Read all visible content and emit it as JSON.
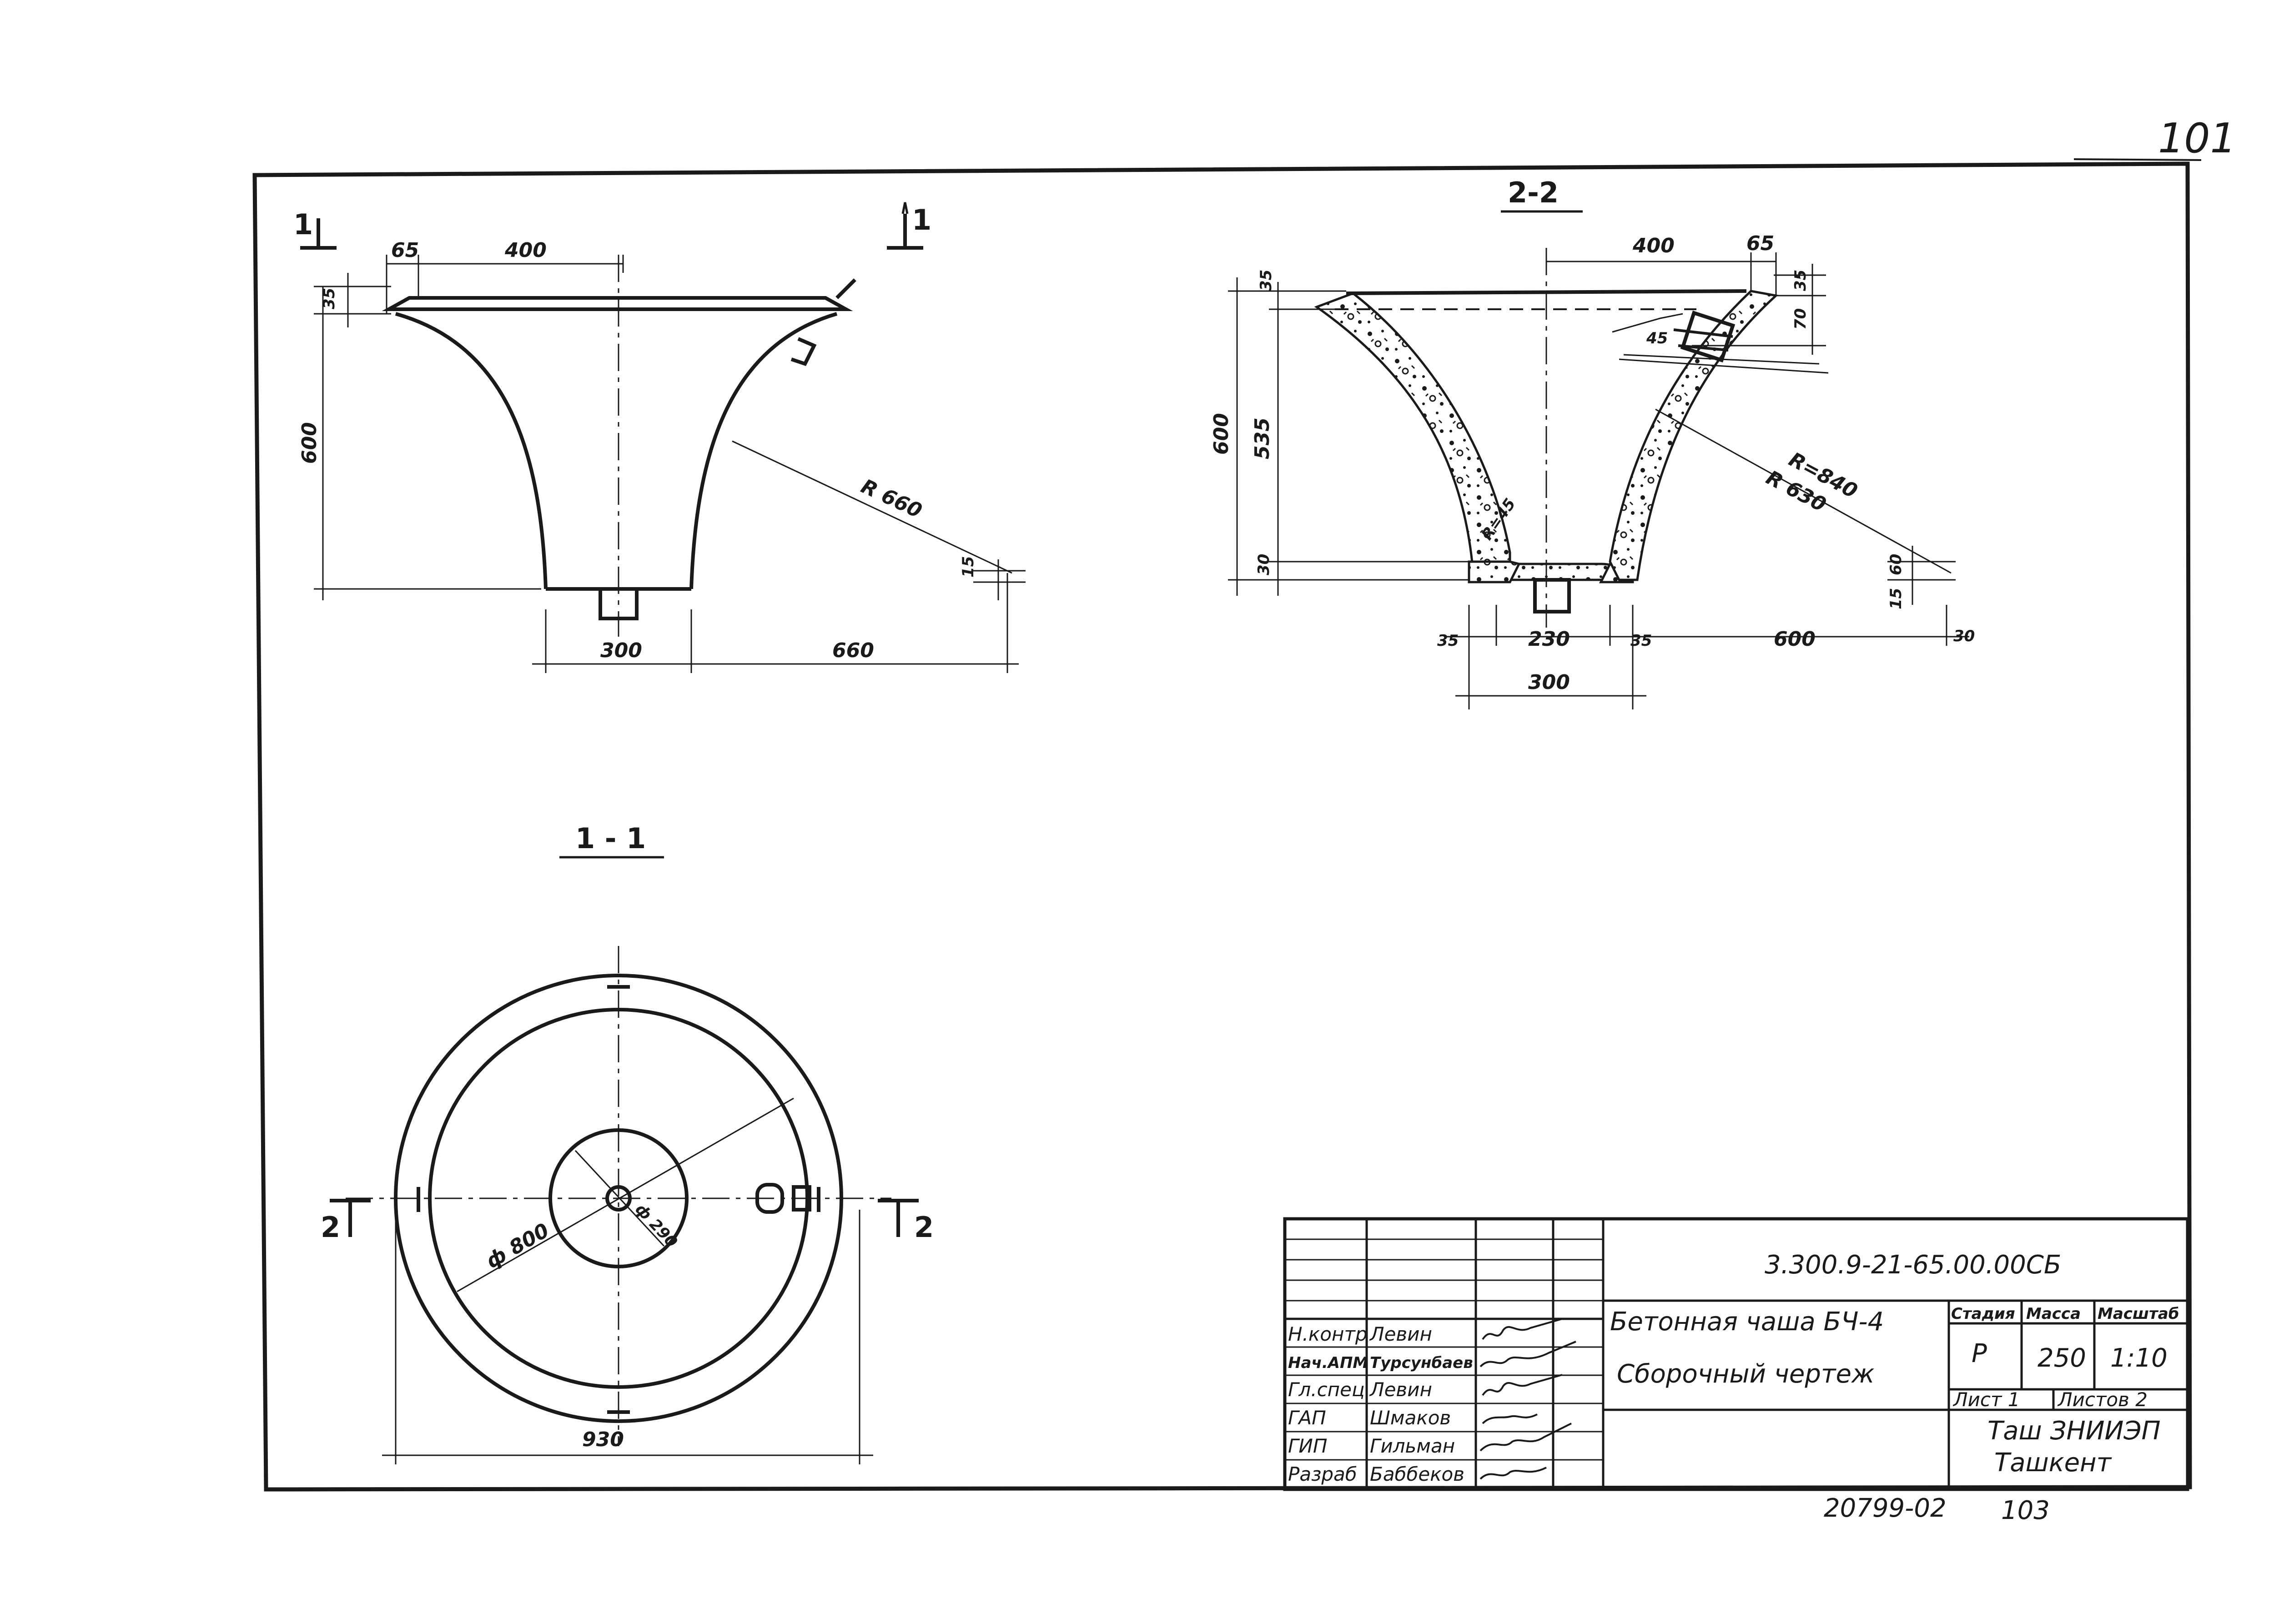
{
  "sheet": {
    "page_number": "101",
    "stamp_bottom": "20799-02",
    "stamp_page": "103"
  },
  "views": {
    "elevation": {
      "cut_label_left": "1",
      "cut_label_right": "1",
      "dims": {
        "top_lip": "65",
        "top_radius": "400",
        "rim_height": "35",
        "height": "600",
        "base_width": "300",
        "right_ext": "660",
        "radius": "R 660",
        "small": "15"
      }
    },
    "section_2_2": {
      "title": "2-2",
      "dims": {
        "top_lip": "65",
        "top_radius": "400",
        "top_thick": "35",
        "height": "600",
        "inner_height": "535",
        "bottom_thick": "30",
        "hole": "45",
        "r_outer": "R=840",
        "r_inner": "R 630",
        "r_fillet": "R=45",
        "right_h1": "35",
        "right_h2": "70",
        "side_60": "60",
        "side_15": "15",
        "base_35_left": "35",
        "base_230": "230",
        "base_35_right": "35",
        "base_600": "600",
        "base_30": "30",
        "base_300": "300"
      }
    },
    "section_1_1": {
      "title": "1 - 1",
      "dia_outer": "ф 800",
      "dia_inner": "ф 290",
      "width": "930",
      "cut_label_left": "2",
      "cut_label_right": "2"
    }
  },
  "title_block": {
    "doc_number": "3.300.9-21-65.00.00СБ",
    "name_line1": "Бетонная чаша БЧ-4",
    "name_line2": "Сборочный чертеж",
    "col_stage": "Стадия",
    "col_mass": "Масса",
    "col_scale": "Масштаб",
    "stage": "Р",
    "mass": "250",
    "scale": "1:10",
    "sheet": "Лист 1",
    "sheets": "Листов 2",
    "org_line1": "Таш ЗНИИЭП",
    "org_line2": "Ташкент",
    "roles": [
      {
        "role": "Н.контр",
        "name": "Левин"
      },
      {
        "role": "Нач.АПМ",
        "name": "Турсунбаев"
      },
      {
        "role": "Гл.спец",
        "name": "Левин"
      },
      {
        "role": "ГАП",
        "name": "Шмаков"
      },
      {
        "role": "ГИП",
        "name": "Гильман"
      },
      {
        "role": "Разраб",
        "name": "Баббеков"
      }
    ]
  }
}
